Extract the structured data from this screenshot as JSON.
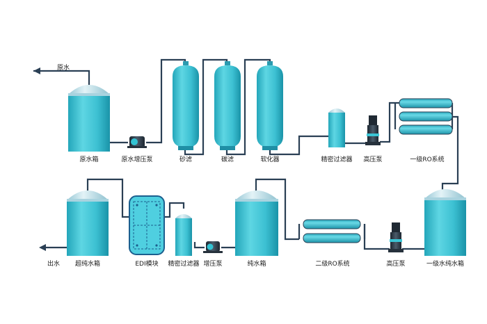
{
  "diagram": {
    "labels": {
      "raw_water_in": "原水",
      "raw_tank": "原水箱",
      "raw_pump": "原水增压泵",
      "sand_filter": "砂滤",
      "carbon_filter": "碳滤",
      "softener": "软化器",
      "precision_filter_1": "精密过滤器",
      "hp_pump_1": "高压泵",
      "ro_stage_1": "一级RO系统",
      "stage1_pure_tank": "一级水纯水箱",
      "hp_pump_2": "高压泵",
      "ro_stage_2": "二级RO系统",
      "pure_tank": "纯水箱",
      "booster_pump": "增压泵",
      "precision_filter_2": "精密过滤器",
      "edi_module": "EDI模块",
      "ultrapure_tank": "超纯水箱",
      "water_out": "出水"
    },
    "colors": {
      "tank_body": "#3fc4d4",
      "tank_top": "#c4e4ee",
      "pipe": "#2a3f54",
      "pump_dark": "#24303d",
      "edi_frame": "#1b5f8e"
    }
  }
}
